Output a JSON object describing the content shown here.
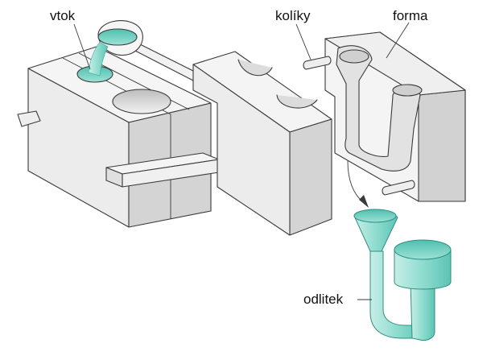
{
  "labels": {
    "sprue": "vtok",
    "pins": "kolíky",
    "mold": "forma",
    "casting": "odlitek"
  },
  "colors": {
    "metal": "#7fd6c8",
    "metal_dark": "#3fb3a2",
    "block_top": "#f4f4f4",
    "block_side": "#d6d6d6",
    "block_front": "#e9e9e9",
    "stroke": "#3a3a3a"
  }
}
